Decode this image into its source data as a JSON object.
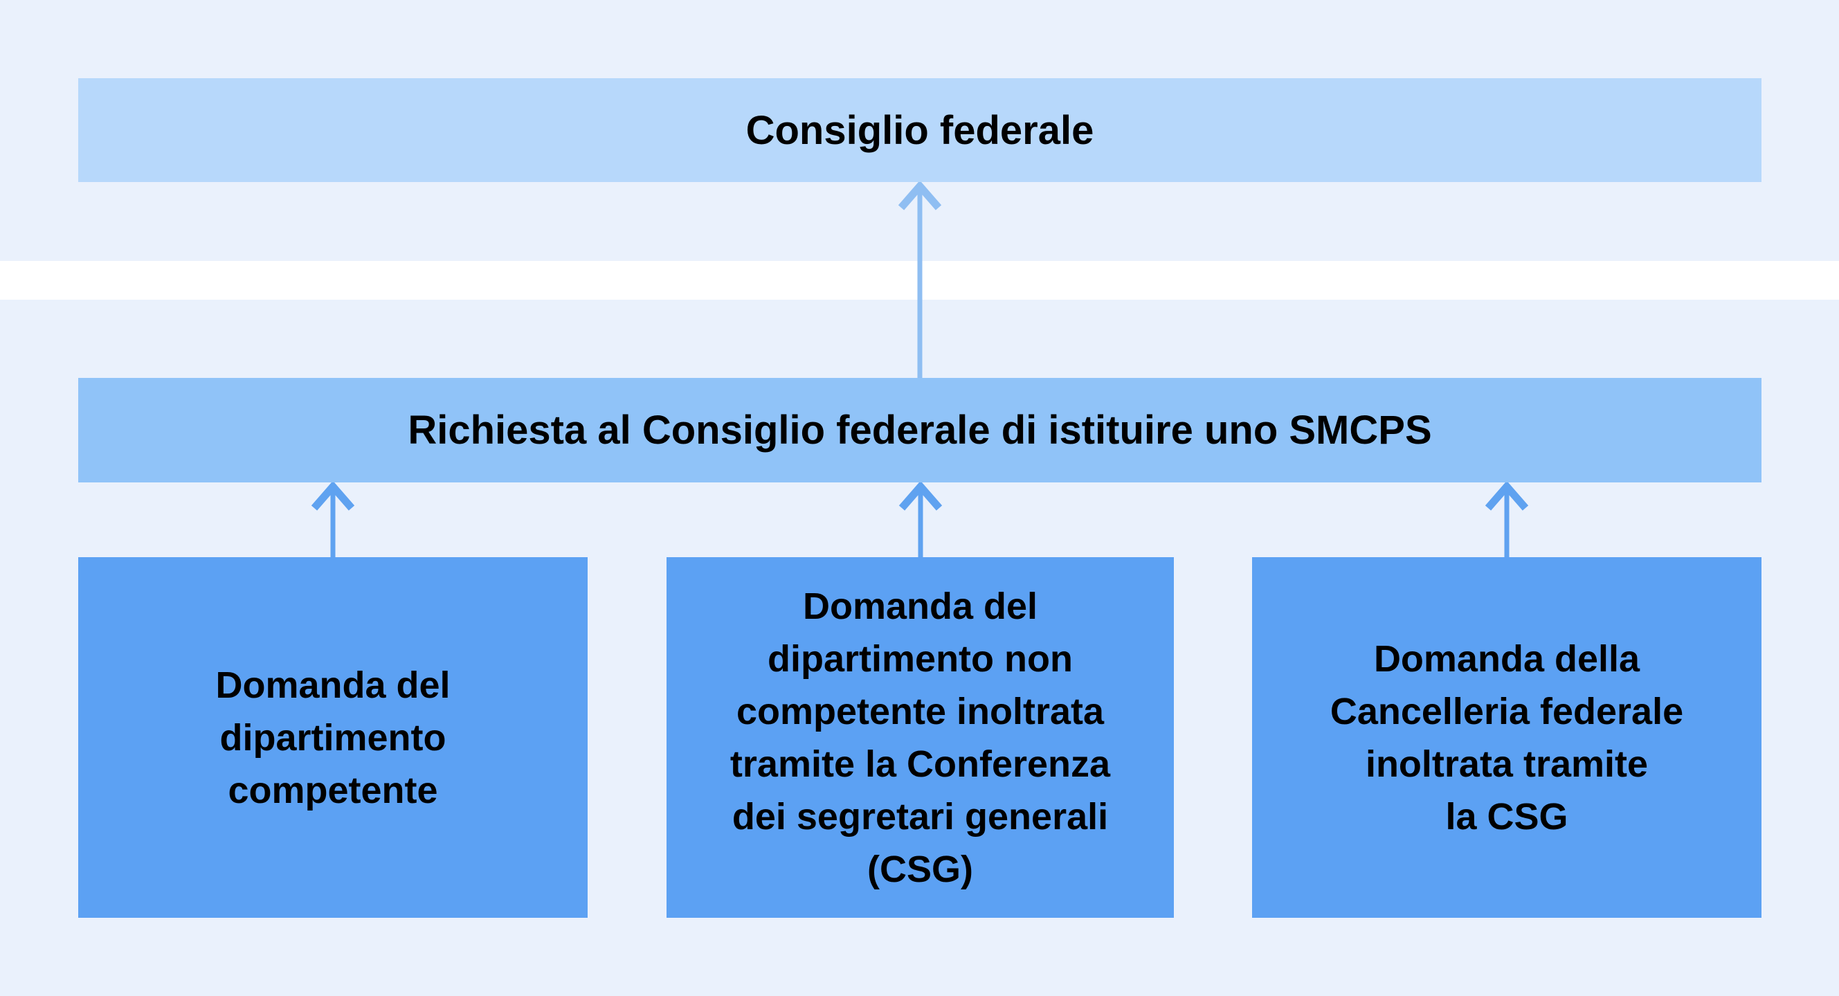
{
  "diagram": {
    "top_box": {
      "label": "Consiglio federale"
    },
    "request_box": {
      "label": "Richiesta al Consiglio federale di istituire uno SMCPS"
    },
    "source_boxes": [
      {
        "label": "Domanda del\ndipartimento\ncompetente"
      },
      {
        "label": "Domanda del\ndipartimento non\ncompetente inoltrata\ntramite la Conferenza\ndei segretari generali\n(CSG)"
      },
      {
        "label": "Domanda della\nCancelleria federale\ninoltrata tramite\nla CSG"
      }
    ]
  },
  "colors": {
    "background": "#EAF1FC",
    "stripe": "#FFFFFF",
    "top-box": "#B7D8FB",
    "request-box": "#90C3F8",
    "source-box": "#5CA1F3",
    "arrow-light": "#8FBEF2",
    "arrow-dark": "#5FA2F0",
    "text": "#000000"
  }
}
